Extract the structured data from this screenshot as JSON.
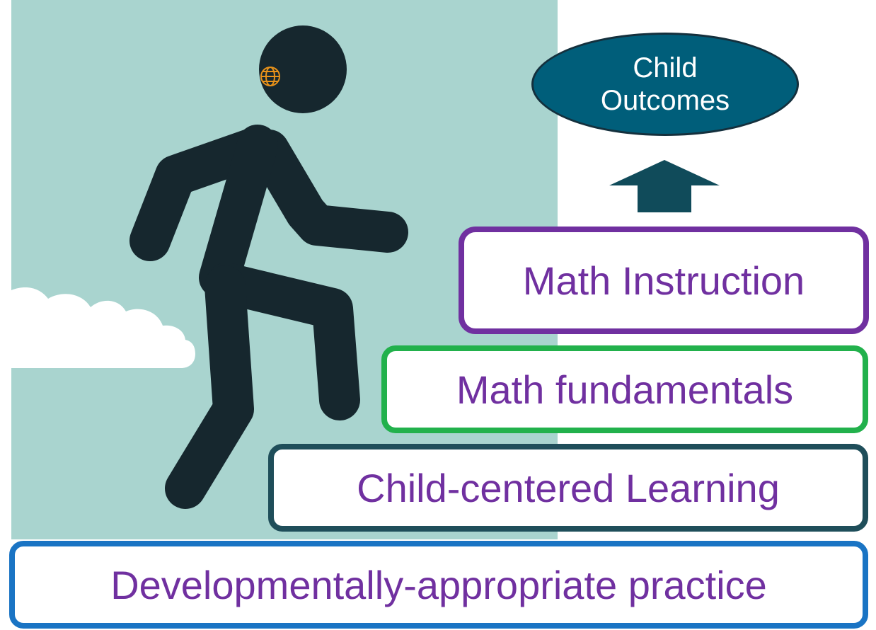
{
  "colors": {
    "panel": "#a9d4cf",
    "figure": "#16272e",
    "outcome_fill": "#005e7a",
    "arrow": "#104b5a",
    "label_text": "#7030a0",
    "step1_border": "#7030a0",
    "step2_border": "#22b14c",
    "step3_border": "#1f4e5a",
    "step4_border": "#1a74c4",
    "globe": "#e8921a"
  },
  "icons": [
    "walking-person-icon",
    "globe-icon",
    "cloud-icon",
    "up-arrow-icon"
  ],
  "outcome": {
    "line1": "Child",
    "line2": "Outcomes"
  },
  "steps": [
    {
      "label": "Math Instruction"
    },
    {
      "label": "Math fundamentals"
    },
    {
      "label": "Child-centered Learning"
    },
    {
      "label": "Developmentally-appropriate practice"
    }
  ]
}
